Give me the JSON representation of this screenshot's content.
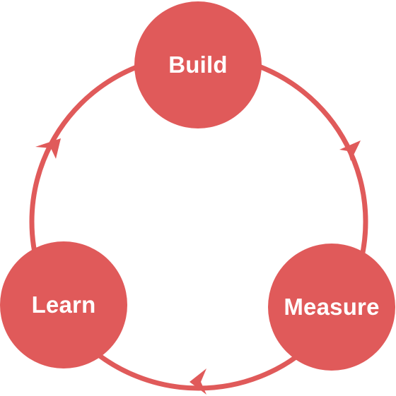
{
  "diagram": {
    "nodes": {
      "build": "Build",
      "measure": "Measure",
      "learn": "Learn"
    },
    "edges": [
      {
        "from": "Build",
        "to": "Measure"
      },
      {
        "from": "Measure",
        "to": "Learn"
      },
      {
        "from": "Learn",
        "to": "Build"
      }
    ],
    "colors": {
      "accent": "#e05a5a",
      "label": "#ffffff",
      "background": "#ffffff"
    },
    "icons": [
      "arrow-head-icon"
    ]
  }
}
